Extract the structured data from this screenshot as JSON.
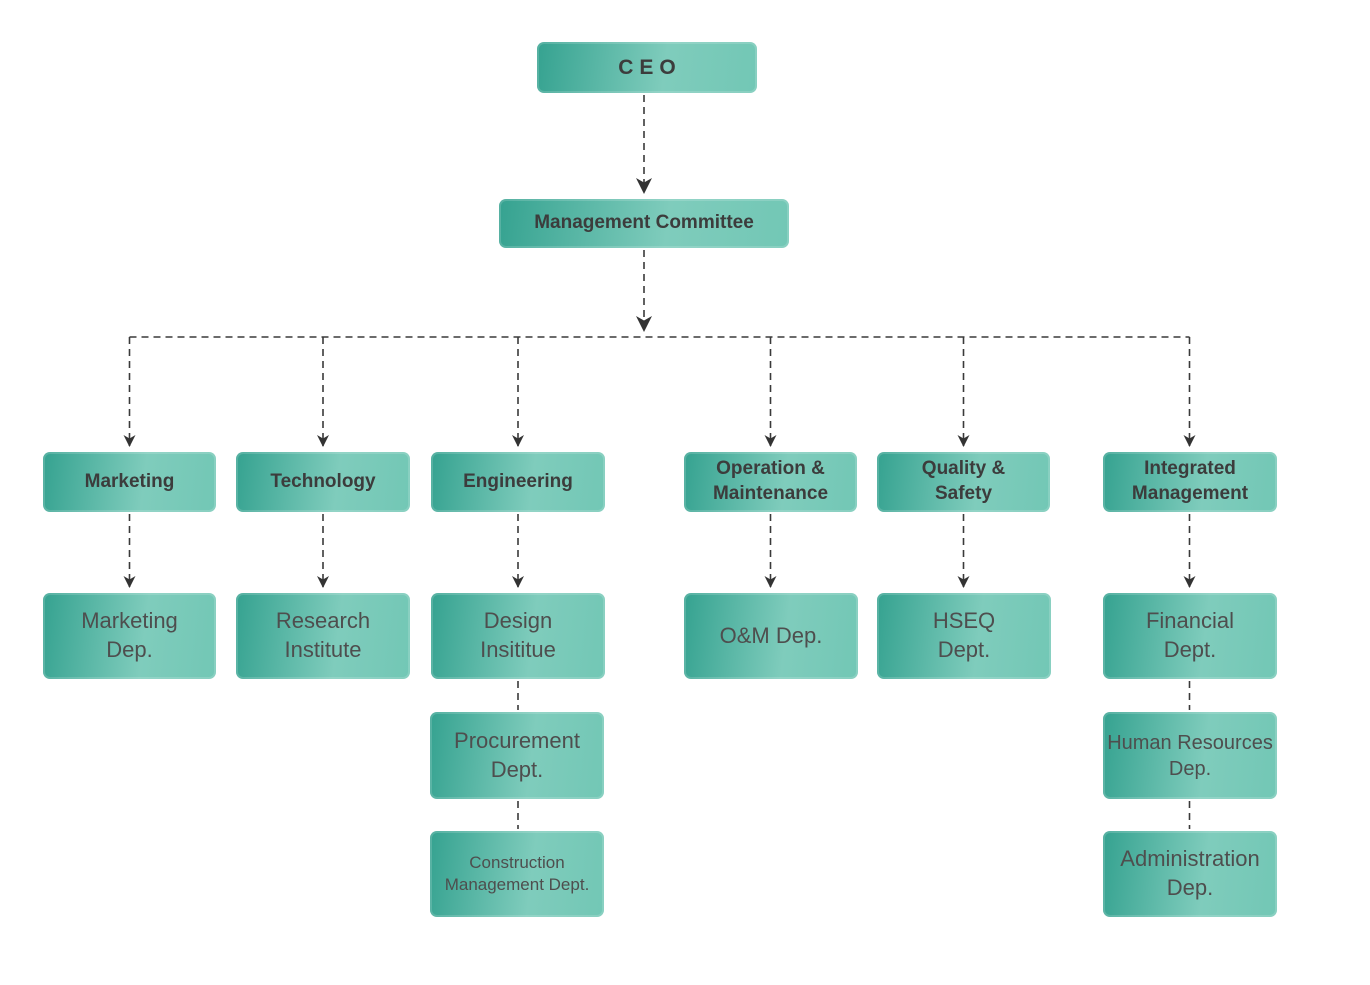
{
  "diagram": {
    "type": "org-chart",
    "colors": {
      "background": "#ffffff",
      "gradient_from": "#35a290",
      "gradient_mid": "#7fccbc",
      "gradient_to": "#72c7b5",
      "text_heading": "#3c3c3c",
      "text_leaf": "#4e4e4e",
      "connector": "#3a3a3a"
    },
    "nodes": {
      "ceo": {
        "label": "CEO"
      },
      "management_committee": {
        "label": "Management Committee"
      },
      "marketing": {
        "label": "Marketing"
      },
      "technology": {
        "label": "Technology"
      },
      "engineering": {
        "label": "Engineering"
      },
      "operation_maintenance": {
        "label": "Operation &\nMaintenance"
      },
      "quality_safety": {
        "label": "Quality &\nSafety"
      },
      "integrated_management": {
        "label": "Integrated\nManagement"
      },
      "marketing_dep": {
        "label": "Marketing\nDep."
      },
      "research_institute": {
        "label": "Research\nInstitute"
      },
      "design_insititue": {
        "label": "Design\nInsititue"
      },
      "om_dep": {
        "label": "O&M Dep."
      },
      "hseq_dept": {
        "label": "HSEQ\nDept."
      },
      "financial_dept": {
        "label": "Financial\nDept."
      },
      "procurement_dept": {
        "label": "Procurement\nDept."
      },
      "human_resources_dep": {
        "label": "Human Resources\nDep."
      },
      "construction_management_dept": {
        "label": "Construction\nManagement Dept."
      },
      "administration_dep": {
        "label": "Administration\nDep."
      }
    },
    "edges": [
      [
        "ceo",
        "management_committee"
      ],
      [
        "management_committee",
        "marketing"
      ],
      [
        "management_committee",
        "technology"
      ],
      [
        "management_committee",
        "engineering"
      ],
      [
        "management_committee",
        "operation_maintenance"
      ],
      [
        "management_committee",
        "quality_safety"
      ],
      [
        "management_committee",
        "integrated_management"
      ],
      [
        "marketing",
        "marketing_dep"
      ],
      [
        "technology",
        "research_institute"
      ],
      [
        "engineering",
        "design_insititue"
      ],
      [
        "design_insititue",
        "procurement_dept"
      ],
      [
        "procurement_dept",
        "construction_management_dept"
      ],
      [
        "operation_maintenance",
        "om_dep"
      ],
      [
        "quality_safety",
        "hseq_dept"
      ],
      [
        "integrated_management",
        "financial_dept"
      ],
      [
        "financial_dept",
        "human_resources_dep"
      ],
      [
        "human_resources_dep",
        "administration_dep"
      ]
    ]
  }
}
